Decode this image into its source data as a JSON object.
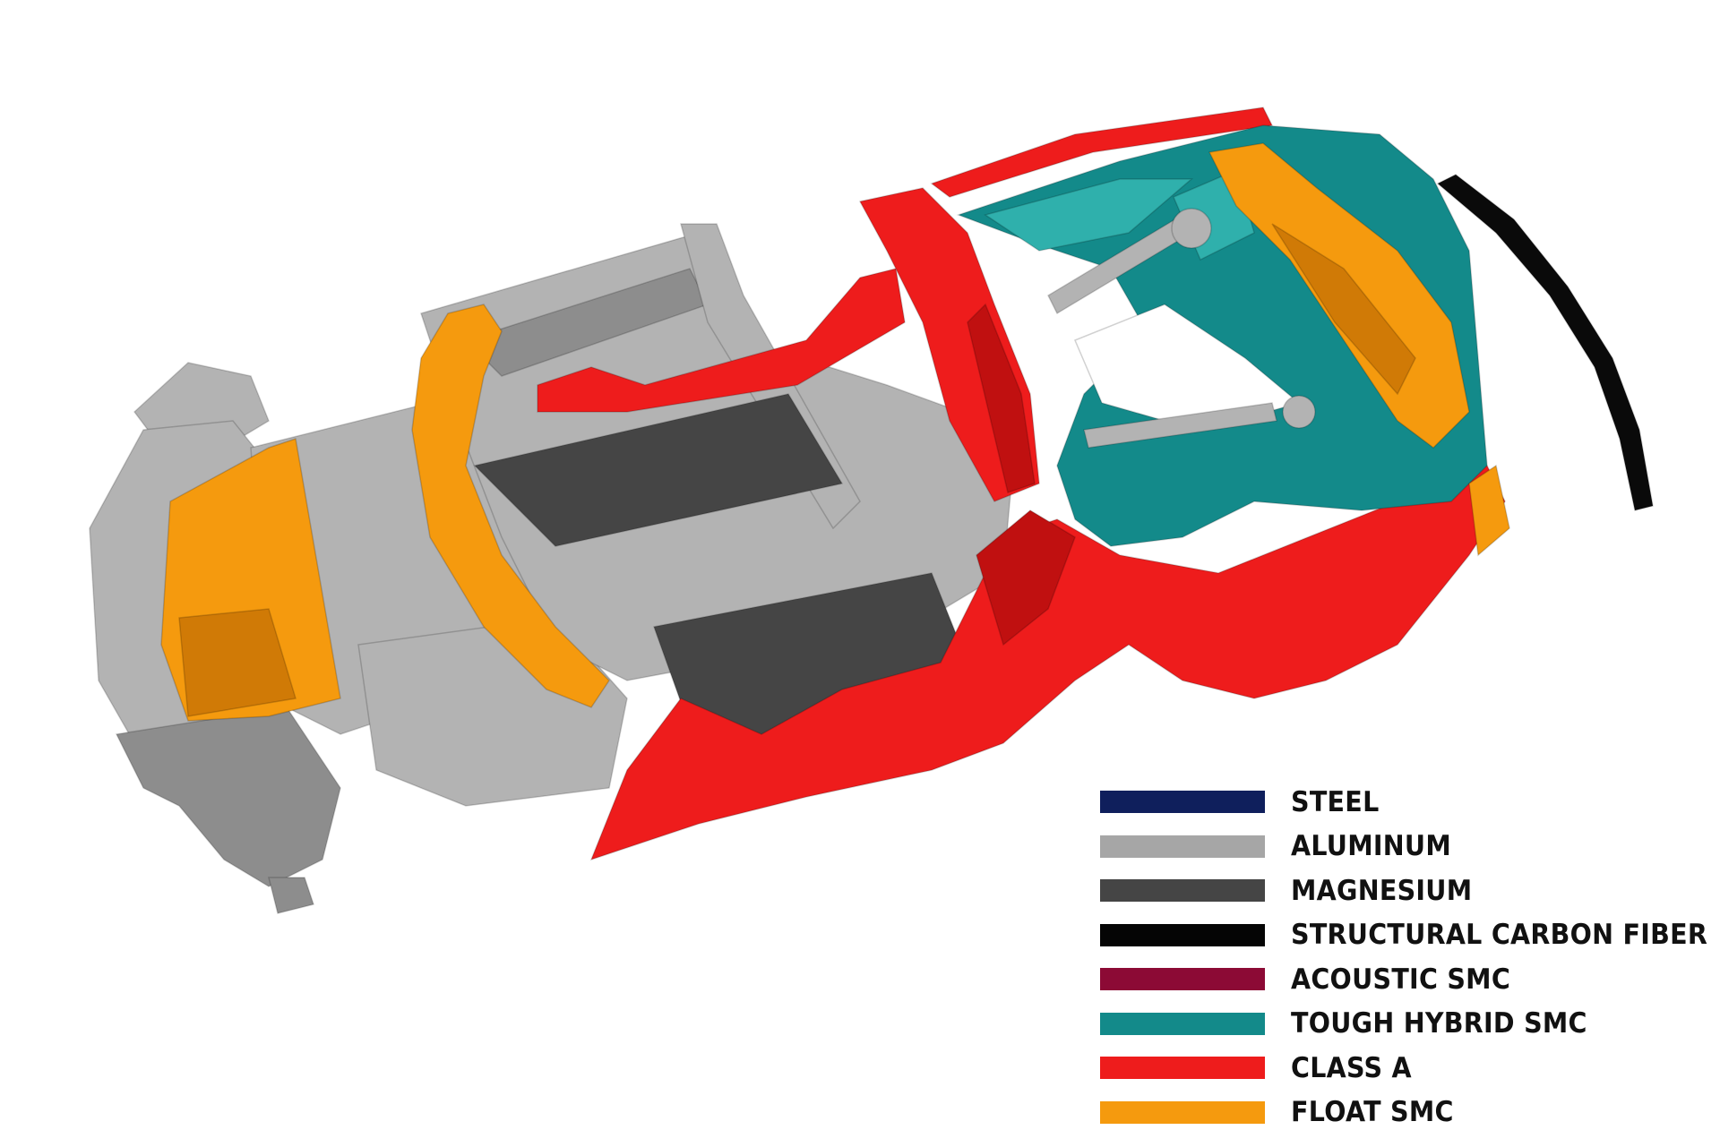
{
  "legend": {
    "items": [
      {
        "label": "STEEL",
        "color": "#0f1f5c"
      },
      {
        "label": "ALUMINUM",
        "color": "#a6a6a6"
      },
      {
        "label": "MAGNESIUM",
        "color": "#454545"
      },
      {
        "label": "STRUCTURAL CARBON FIBER",
        "color": "#050505"
      },
      {
        "label": "ACOUSTIC SMC",
        "color": "#8c0a35"
      },
      {
        "label": "TOUGH HYBRID SMC",
        "color": "#138a8a"
      },
      {
        "label": "CLASS A",
        "color": "#ee1c1c"
      },
      {
        "label": "FLOAT SMC",
        "color": "#f59a0e"
      }
    ]
  },
  "materials": {
    "aluminum": "#b3b3b3",
    "aluminum_dark": "#8d8d8d",
    "magnesium": "#454545",
    "carbon": "#0a0a0a",
    "class_a": "#ee1c1c",
    "class_a_dark": "#c01010",
    "tough_hybrid": "#138a8a",
    "tough_hybrid_light": "#2fb0ac",
    "float_smc": "#f59a0e",
    "float_smc_dark": "#d07a06"
  }
}
